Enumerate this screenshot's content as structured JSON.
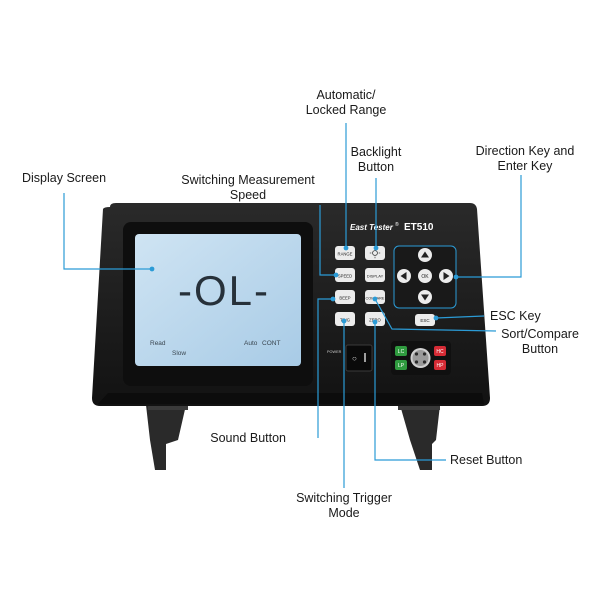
{
  "device": {
    "brand": "East Tester",
    "trademark": "®",
    "model": "ET510",
    "lcd_reading": "-OL-",
    "lcd_read": "Read",
    "lcd_slow": "Slow",
    "lcd_auto": "Auto",
    "lcd_cont": "CONT",
    "power_label": "POWER",
    "keys": {
      "range": "RANGE",
      "speed": "SPEED",
      "display": "DISPLAY",
      "beep": "BEEP",
      "compare": "COMPARE",
      "trig": "TRIG",
      "zero": "ZERO",
      "ok": "OK",
      "esc": "ESC"
    },
    "terminals": {
      "lc": "LC",
      "lp": "LP",
      "hc": "HC",
      "hp": "HP"
    }
  },
  "callouts": {
    "automatic_range_1": "Automatic/",
    "automatic_range_2": "Locked Range",
    "backlight_1": "Backlight",
    "backlight_2": "Button",
    "direction_1": "Direction Key and",
    "direction_2": "Enter Key",
    "display_screen": "Display Screen",
    "switching_speed_1": "Switching Measurement",
    "switching_speed_2": "Speed",
    "esc_key": "ESC Key",
    "sort_compare_1": "Sort/Compare",
    "sort_compare_2": "Button",
    "sound_button": "Sound Button",
    "reset_button": "Reset Button",
    "trigger_1": "Switching Trigger",
    "trigger_2": "Mode"
  },
  "colors": {
    "accent": "#2b9bd6",
    "body": "#1c1c1c",
    "lcd": "#bcd9ee",
    "terminal_green": "#2f9b3f",
    "terminal_red": "#d62b35"
  }
}
